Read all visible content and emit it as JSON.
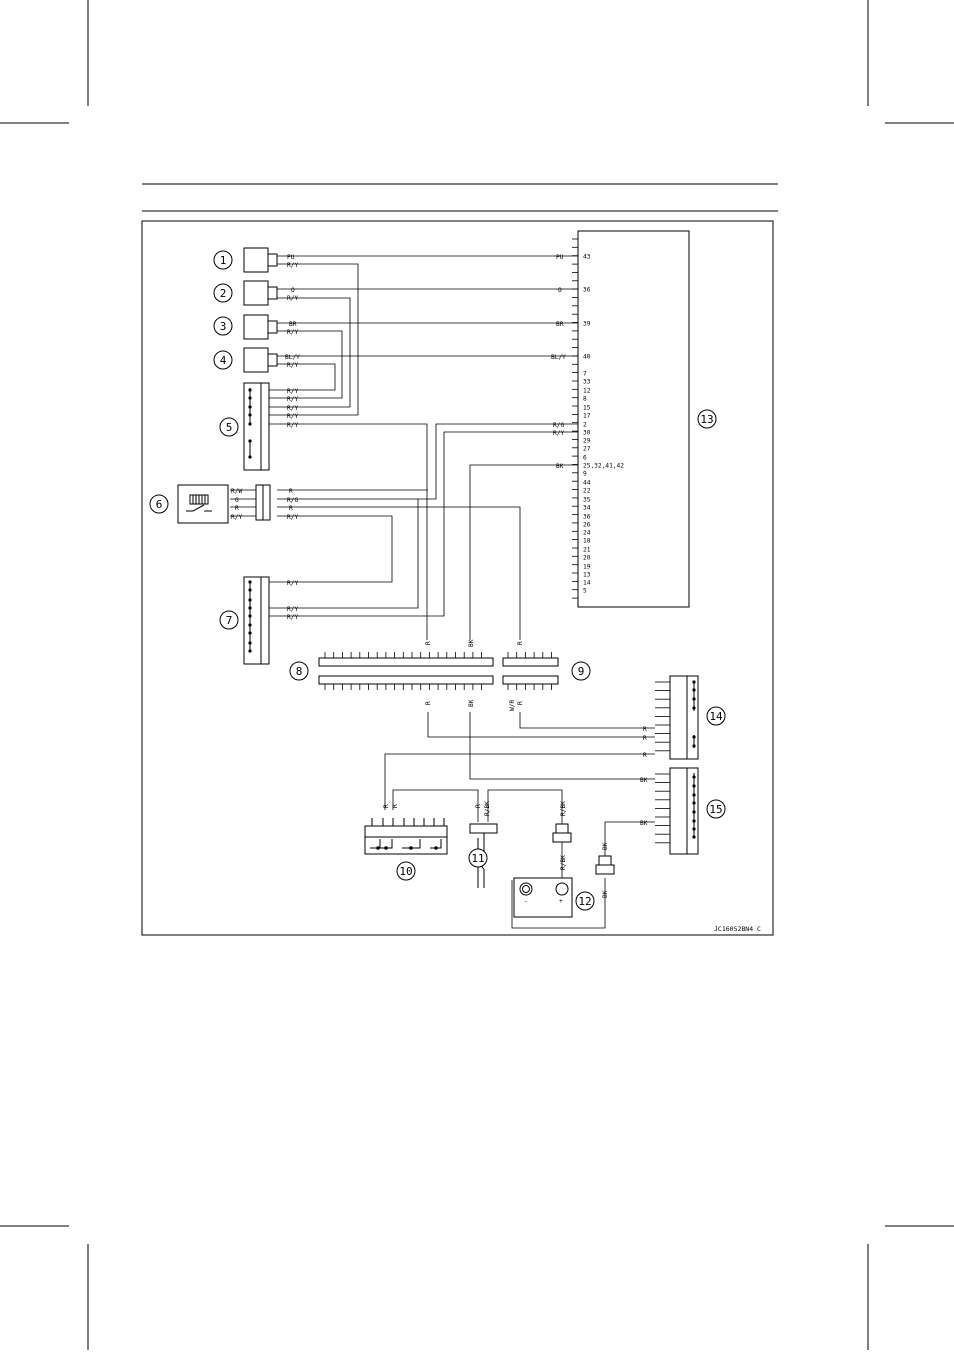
{
  "callouts": [
    "1",
    "2",
    "3",
    "4",
    "5",
    "6",
    "7",
    "8",
    "9",
    "10",
    "11",
    "12",
    "13",
    "14",
    "15"
  ],
  "figure_code": "JC16052BN4 C",
  "ecu_pins": [
    "43",
    "36",
    "39",
    "40",
    "7",
    "33",
    "12",
    "8",
    "15",
    "17",
    "2",
    "30",
    "29",
    "27",
    "6",
    "25,32,41,42",
    "9",
    "44",
    "22",
    "35",
    "34",
    "36",
    "26",
    "24",
    "18",
    "21",
    "20",
    "19",
    "13",
    "14",
    "5"
  ],
  "ecu_wires": {
    "pu": "PU",
    "o": "O",
    "br": "BR",
    "bly": "BL/Y",
    "rg": "R/G",
    "ry": "R/Y",
    "bk": "BK"
  },
  "sensor_wires": {
    "s1": [
      "PU",
      "R/Y"
    ],
    "s2": [
      "O",
      "R/Y"
    ],
    "s3": [
      "BR",
      "R/Y"
    ],
    "s4": [
      "BL/Y",
      "R/Y"
    ]
  },
  "joint5_wires": [
    "R/Y",
    "R/Y",
    "R/Y",
    "R/Y",
    "R/Y"
  ],
  "relay_left_wires": [
    "R/W",
    "G",
    "R",
    "R/Y"
  ],
  "relay_right_wires": [
    "R",
    "R/G",
    "R",
    "R/Y"
  ],
  "joint7_wires": [
    "R/Y",
    "R/Y",
    "R/Y"
  ],
  "fuse_top_wires": [
    "R",
    "BK",
    "R"
  ],
  "fuse_bottom_wires": [
    "R",
    "BK",
    "W/R",
    "R"
  ],
  "right_joint_wires": [
    "R",
    "R",
    "R",
    "BK",
    "BK"
  ],
  "bottom_wires": [
    "R",
    "R",
    "R",
    "R/BK",
    "R/BK",
    "R/BK",
    "BK",
    "BK"
  ]
}
